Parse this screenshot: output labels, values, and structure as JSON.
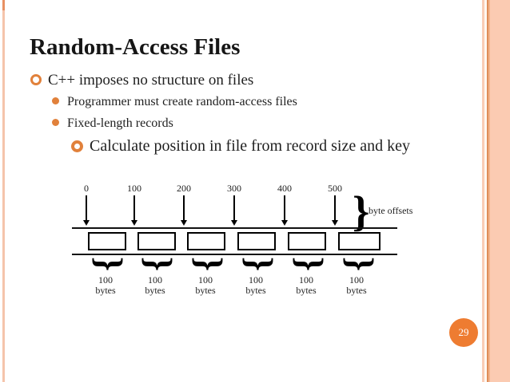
{
  "slide": {
    "title": "Random-Access Files",
    "page_number": "29",
    "bullets": [
      {
        "level": 1,
        "text": "C++ imposes no structure on files"
      },
      {
        "level": 2,
        "text": "Programmer must create random-access files"
      },
      {
        "level": 2,
        "text": "Fixed-length records"
      },
      {
        "level": 3,
        "text": "Calculate position in file from record size and key"
      }
    ]
  },
  "diagram": {
    "byte_offsets": [
      "0",
      "100",
      "200",
      "300",
      "400",
      "500"
    ],
    "byte_offsets_label": "byte offsets",
    "segments": [
      {
        "size": "100",
        "unit": "bytes"
      },
      {
        "size": "100",
        "unit": "bytes"
      },
      {
        "size": "100",
        "unit": "bytes"
      },
      {
        "size": "100",
        "unit": "bytes"
      },
      {
        "size": "100",
        "unit": "bytes"
      },
      {
        "size": "100",
        "unit": "bytes"
      }
    ],
    "glyphs": {
      "brace": "}",
      "underbrace": "{"
    }
  },
  "colors": {
    "accent_orange": "#EE7C31",
    "bullet_orange": "#E1813B",
    "stripe_dark": "#DE8E59",
    "stripe_light": "#FBCBB2",
    "text_dark": "#1f1f1f"
  }
}
